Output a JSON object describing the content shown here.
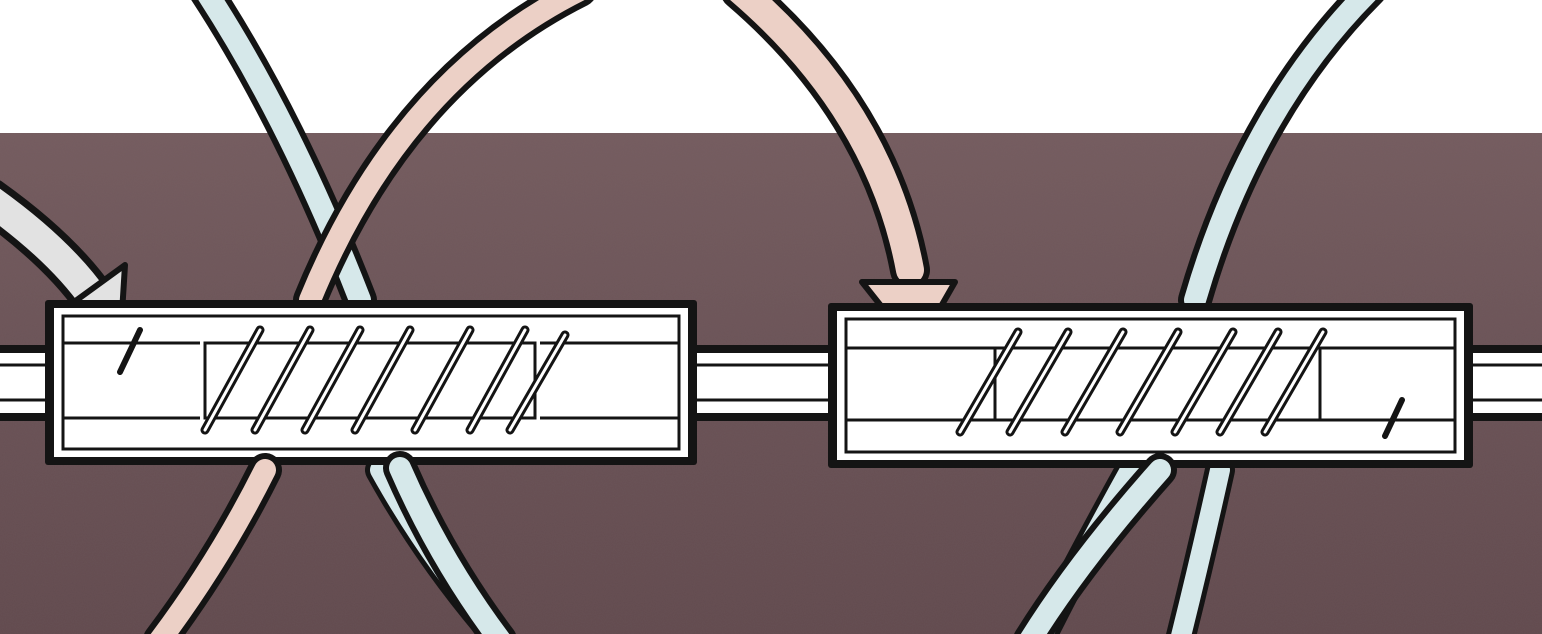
{
  "colors": {
    "page_background": "#ffffff",
    "band": "#6a5255",
    "band_light": "#7d6467",
    "outline": "#141414",
    "tube_fill": "#ffffff",
    "blue_arrow": "#d6e8ea",
    "pink_arrow": "#ecd0c6",
    "entry_arrow_fill": "#e2e2e2",
    "helix_stroke": "#141414"
  },
  "components": {
    "left_cell": {
      "helix_turns": 6,
      "small_loop_side": "left"
    },
    "right_cell": {
      "helix_turns": 6,
      "small_loop_side": "right"
    },
    "arrows": [
      "entry-arrow-left",
      "down-arrow-right",
      "blue-loop-left",
      "pink-loop-left",
      "pink-loop-right",
      "blue-loop-right"
    ]
  }
}
